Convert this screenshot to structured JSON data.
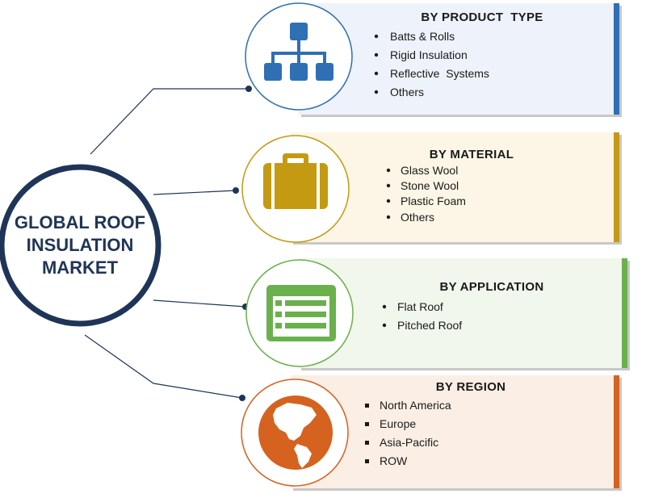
{
  "center": {
    "title_lines": [
      "GLOBAL ROOF",
      "INSULATION",
      "MARKET"
    ]
  },
  "segments": [
    {
      "title": "BY PRODUCT  TYPE",
      "items": [
        "Batts & Rolls",
        "Rigid Insulation",
        "Reflective  Systems",
        "Others"
      ],
      "icon": "hierarchy-icon",
      "bullet": "dot",
      "colors": {
        "icon": "#2f6fb3",
        "panel": "#eef2fa",
        "accent": "#2f6fb3",
        "ring": "#2f6fb3"
      }
    },
    {
      "title": "BY MATERIAL",
      "items": [
        "Glass Wool",
        "Stone Wool",
        "Plastic Foam",
        "Others"
      ],
      "icon": "suitcase-icon",
      "bullet": "dot",
      "colors": {
        "icon": "#c49a12",
        "panel": "#fdf6e6",
        "accent": "#c49a12",
        "ring": "#c49a12"
      }
    },
    {
      "title": "BY APPLICATION",
      "items": [
        "Flat Roof",
        "Pitched Roof"
      ],
      "icon": "list-window-icon",
      "bullet": "dot",
      "colors": {
        "icon": "#6ab04c",
        "panel": "#f1f7ec",
        "accent": "#6ab04c",
        "ring": "#6ab04c"
      }
    },
    {
      "title": "BY REGION",
      "items": [
        "North America",
        "Europe",
        "Asia-Pacific",
        "ROW"
      ],
      "icon": "globe-icon",
      "bullet": "square",
      "colors": {
        "icon": "#d5621f",
        "panel": "#fbeee4",
        "accent": "#d5621f",
        "ring": "#d5621f"
      }
    }
  ],
  "colors": {
    "center_ring": "#1f3557",
    "connector": "#1f3557",
    "shadow": "#c8c8c8"
  }
}
